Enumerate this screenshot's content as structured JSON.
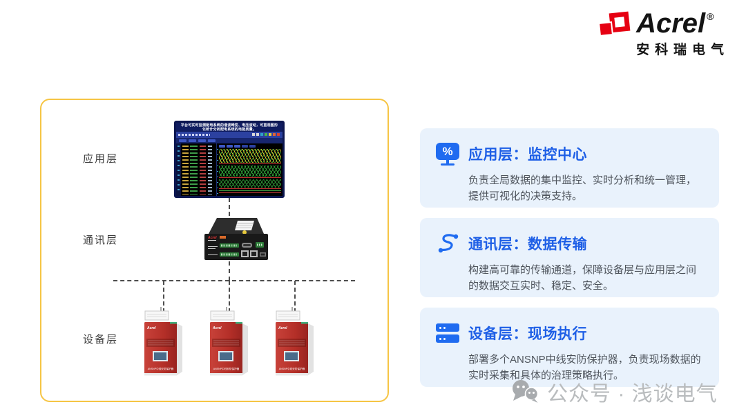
{
  "brand": {
    "name": "Acrel",
    "reg": "®",
    "subtitle": "安科瑞电气"
  },
  "diagram": {
    "layer_labels": {
      "app": "应用层",
      "comm": "通讯层",
      "device": "设备层"
    },
    "monitor_banner": "平台可实时监测配电系统的谐波畸变、电压波动，可直观图形化统计分析配电系统的电能质量。",
    "device_label": "ANSNP中线安防保护器"
  },
  "cards": [
    {
      "title": "应用层：监控中心",
      "desc": "负责全局数据的集中监控、实时分析和统一管理，提供可视化的决策支持。",
      "icon": "monitor-percent-icon",
      "icon_glyph": "%"
    },
    {
      "title": "通讯层：数据传输",
      "desc": "构建高可靠的传输通道，保障设备层与应用层之间的数据交互实时、稳定、安全。",
      "icon": "route-icon"
    },
    {
      "title": "设备层：现场执行",
      "desc": "部署多个ANSNP中线安防保护器，负责现场数据的实时采集和具体的治理策略执行。",
      "icon": "server-stack-icon"
    }
  ],
  "watermark": {
    "text": "公众号 · 浅谈电气"
  },
  "colors": {
    "accent_blue": "#1e5fe6",
    "icon_blue": "#1f6bf0",
    "card_bg": "#e9f2fc",
    "brand_red": "#e60012",
    "panel_border": "#f6c544"
  }
}
